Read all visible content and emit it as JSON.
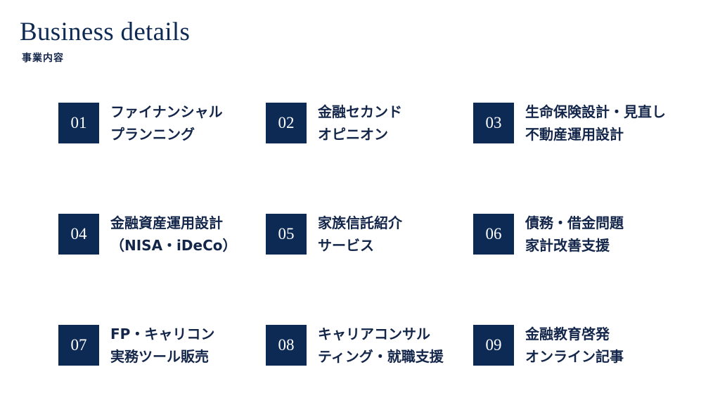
{
  "header": {
    "title": "Business details",
    "subtitle": "事業内容"
  },
  "items": [
    {
      "number": "01",
      "line1": "ファイナンシャル",
      "line2": "プランニング"
    },
    {
      "number": "02",
      "line1": "金融セカンド",
      "line2": "オピニオン"
    },
    {
      "number": "03",
      "line1": "生命保険設計・見直し",
      "line2": "不動産運用設計"
    },
    {
      "number": "04",
      "line1": "金融資産運用設計",
      "line2": "（NISA・iDeCo）"
    },
    {
      "number": "05",
      "line1": "家族信託紹介",
      "line2": "サービス"
    },
    {
      "number": "06",
      "line1": "債務・借金問題",
      "line2": "家計改善支援"
    },
    {
      "number": "07",
      "line1": "FP・キャリコン",
      "line2": "実務ツール販売"
    },
    {
      "number": "08",
      "line1": "キャリアコンサル",
      "line2": "ティング・就職支援"
    },
    {
      "number": "09",
      "line1": "金融教育啓発",
      "line2": "オンライン記事"
    }
  ],
  "colors": {
    "accent": "#0d2a55"
  }
}
